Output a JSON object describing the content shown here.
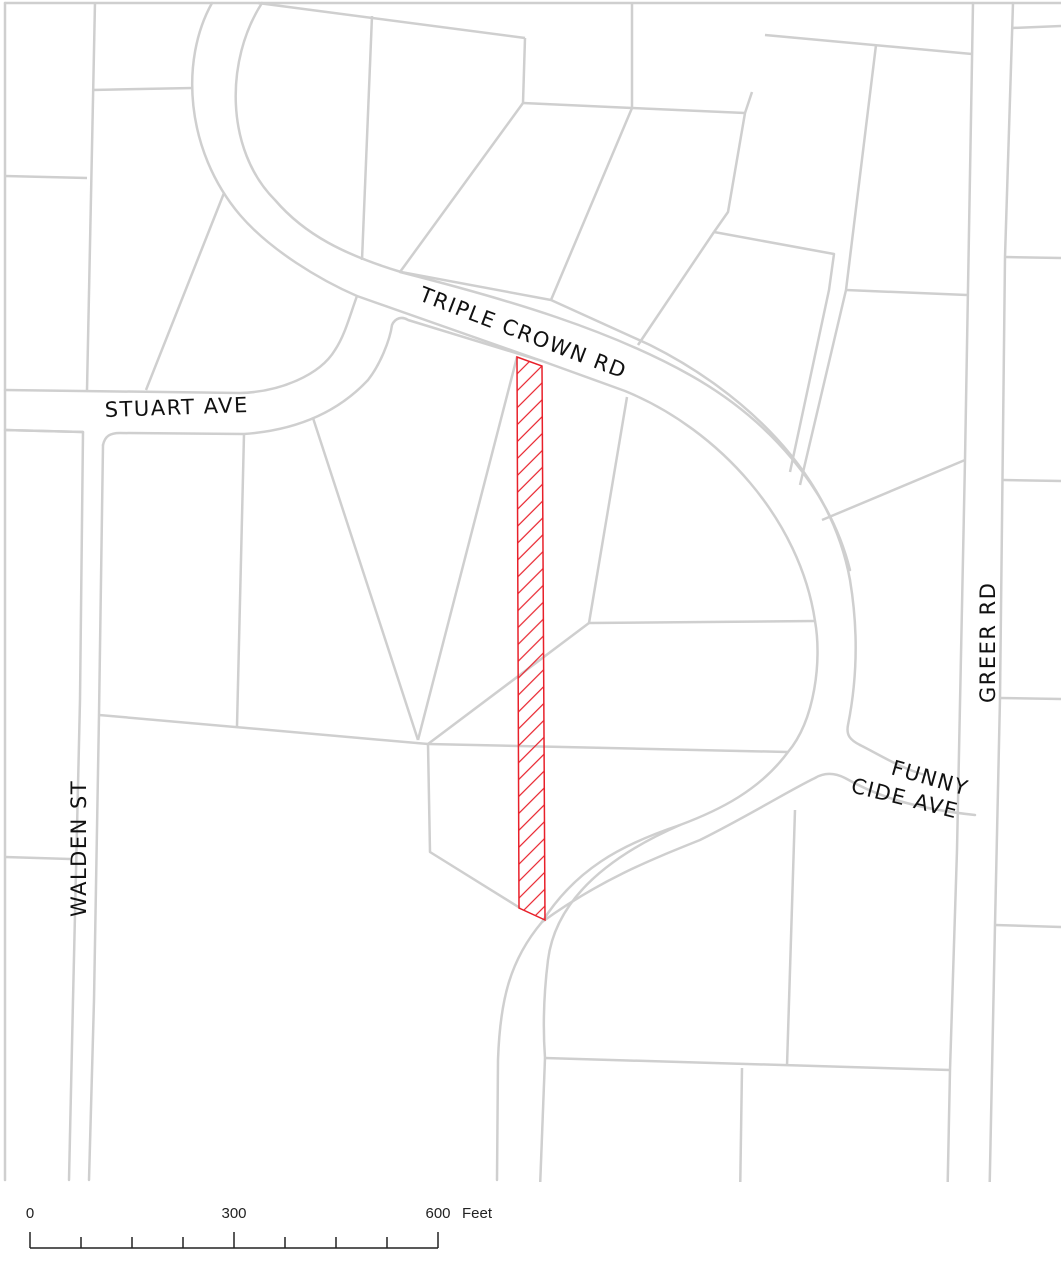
{
  "map": {
    "colors": {
      "background": "#ffffff",
      "road_edge": "#cfcfcf",
      "parcel_line": "#cfcfcf",
      "highlight": "#e8202a",
      "label_text": "#111111",
      "scale_text": "#222222"
    },
    "streets": {
      "triple_crown": "TRIPLE CROWN RD",
      "stuart": "STUART AVE",
      "walden": "WALDEN ST",
      "greer": "GREER RD",
      "funny_line1": "FUNNY",
      "funny_line2": "CIDE AVE"
    },
    "highlighted_parcel": "red-hatched-strip",
    "scale_bar": {
      "ticks": [
        "0",
        "300",
        "600"
      ],
      "unit": "Feet"
    }
  }
}
